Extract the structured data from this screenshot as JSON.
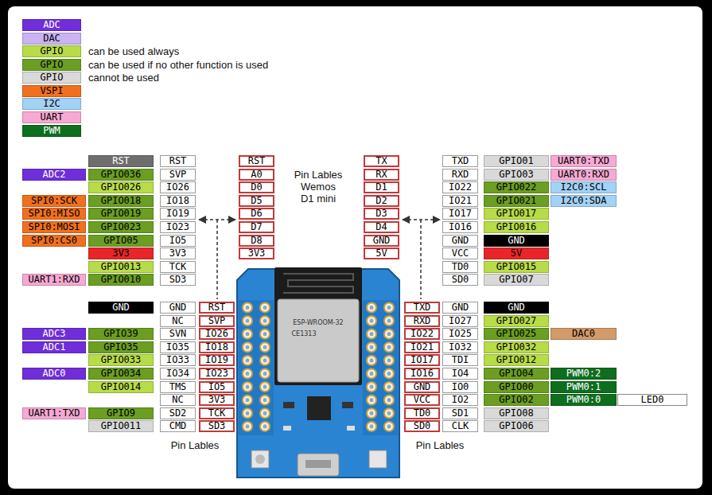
{
  "diagram": {
    "labels": [
      "GPIO",
      "GPIO",
      "GPIO",
      "ADC2",
      "SPI0:SCK",
      "SPI0:MISO",
      "SPI0:MOSI",
      "SPI0:CS0",
      "UART1:RXD",
      "RST",
      "GPIO036",
      "GPIO026",
      "GPIO018",
      "GPIO019",
      "GPIO023",
      "GPIO05",
      "3V3",
      "GPIO013",
      "GPIO010",
      "RST",
      "SVP",
      "IO26",
      "IO18",
      "IO19",
      "IO23",
      "IO5",
      "3V3",
      "TCK",
      "SD3",
      "RST",
      "A0",
      "D0",
      "D5",
      "D6",
      "D7",
      "D8",
      "3V3",
      "Pin Lables",
      "Wemos",
      "D1 mini",
      "TX",
      "RX",
      "D1",
      "D2",
      "D3",
      "D4",
      "GND",
      "5V",
      "TXD",
      "RXD",
      "IO22",
      "IO21",
      "IO17",
      "IO16",
      "GND",
      "VCC",
      "TD0",
      "SD0",
      "GPIO01",
      "GPIO03",
      "GPIO022",
      "GPIO021",
      "GPIO017",
      "GPIO016",
      "GND",
      "5V",
      "GPIO015",
      "GPIO07",
      "UART0:TXD",
      "UART0:RXD",
      "I2C0:SCL",
      "I2C0:SDA",
      "ADC3",
      "ADC1",
      "ADC0",
      "UART1:TXD",
      "GND",
      "GPIO39",
      "GPIO35",
      "GPIO033",
      "GPIO034",
      "GPIO014",
      "GPIO9",
      "GPIO011",
      "GND",
      "NC",
      "SVN",
      "IO35",
      "IO33",
      "IO34",
      "TMS",
      "NC",
      "SD2",
      "CMD",
      "RST",
      "SVP",
      "IO26",
      "IO18",
      "IO19",
      "IO23",
      "IO5",
      "3V3",
      "TCK",
      "SD3",
      "TXD",
      "RXD",
      "IO22",
      "IO21",
      "IO17",
      "IO16",
      "GND",
      "VCC",
      "TD0",
      "SD0",
      "GND",
      "IO27",
      "IO25",
      "IO32",
      "TDI",
      "IO4",
      "IO0",
      "IO2",
      "SD1",
      "CLK",
      "GND",
      "GPIO027",
      "GPIO025",
      "GPIO032",
      "GPIO012",
      "GPIO04",
      "GPIO00",
      "GPIO02",
      "GPIO08",
      "GPIO06",
      "DAC0",
      "PWM0:2",
      "PWM0:1",
      "PWM0:0",
      "LED0",
      "Pin Lables",
      "Pin Lables",
      "ESP-WROOM-32",
      "CE1313"
    ],
    "legend": [
      {
        "text": "ADC",
        "color": "#6f2ed9"
      },
      {
        "text": "DAC",
        "color": "#c9b3f2"
      },
      {
        "text": "can be used always",
        "color": "#b7dc48"
      },
      {
        "text": "can be used if no other function is used",
        "color": "#6b9e22"
      },
      {
        "text": "cannot be used",
        "color": "#d9d9d9"
      },
      {
        "text": "VSPI",
        "color": "#f0701f"
      },
      {
        "text": "I2C",
        "color": "#a3d2f7"
      },
      {
        "text": "UART",
        "color": "#f6a9d3"
      },
      {
        "text": "PWM",
        "color": "#0e6e1e"
      }
    ]
  }
}
